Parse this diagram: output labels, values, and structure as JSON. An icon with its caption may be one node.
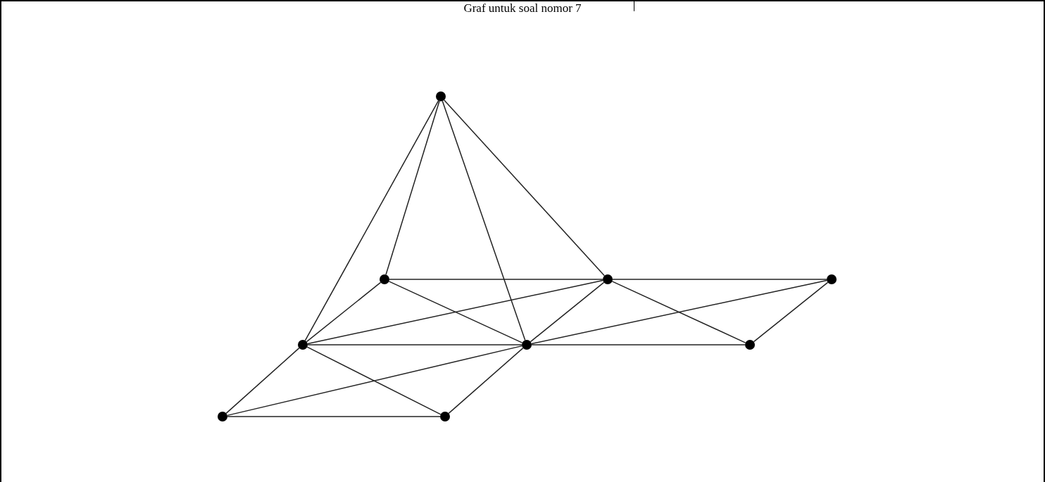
{
  "diagram": {
    "title": "Graf untuk soal nomor 7",
    "nodes": [
      {
        "text": [],
        "shape": "circle"
      },
      {
        "text": [],
        "shape": "circle"
      },
      {
        "text": [],
        "shape": "circle"
      },
      {
        "text": [],
        "shape": "circle"
      },
      {
        "text": [],
        "shape": "circle"
      },
      {
        "text": [],
        "shape": "circle"
      },
      {
        "text": [],
        "shape": "circle"
      },
      {
        "text": [],
        "shape": "circle"
      },
      {
        "text": [],
        "shape": "circle"
      }
    ],
    "edges": [
      {
        "from": 0,
        "to": 4,
        "arrow": "none"
      },
      {
        "from": 0,
        "to": 1,
        "arrow": "none"
      },
      {
        "from": 0,
        "to": 5,
        "arrow": "none"
      },
      {
        "from": 0,
        "to": 2,
        "arrow": "none"
      },
      {
        "from": 1,
        "to": 2,
        "arrow": "none"
      },
      {
        "from": 1,
        "to": 4,
        "arrow": "none"
      },
      {
        "from": 1,
        "to": 5,
        "arrow": "none"
      },
      {
        "from": 2,
        "to": 3,
        "arrow": "none"
      },
      {
        "from": 2,
        "to": 4,
        "arrow": "none"
      },
      {
        "from": 2,
        "to": 5,
        "arrow": "none"
      },
      {
        "from": 2,
        "to": 6,
        "arrow": "none"
      },
      {
        "from": 3,
        "to": 5,
        "arrow": "none"
      },
      {
        "from": 3,
        "to": 6,
        "arrow": "none"
      },
      {
        "from": 4,
        "to": 5,
        "arrow": "none"
      },
      {
        "from": 4,
        "to": 7,
        "arrow": "none"
      },
      {
        "from": 4,
        "to": 8,
        "arrow": "none"
      },
      {
        "from": 5,
        "to": 6,
        "arrow": "none"
      },
      {
        "from": 5,
        "to": 7,
        "arrow": "none"
      },
      {
        "from": 5,
        "to": 8,
        "arrow": "none"
      },
      {
        "from": 7,
        "to": 8,
        "arrow": "none"
      }
    ]
  }
}
